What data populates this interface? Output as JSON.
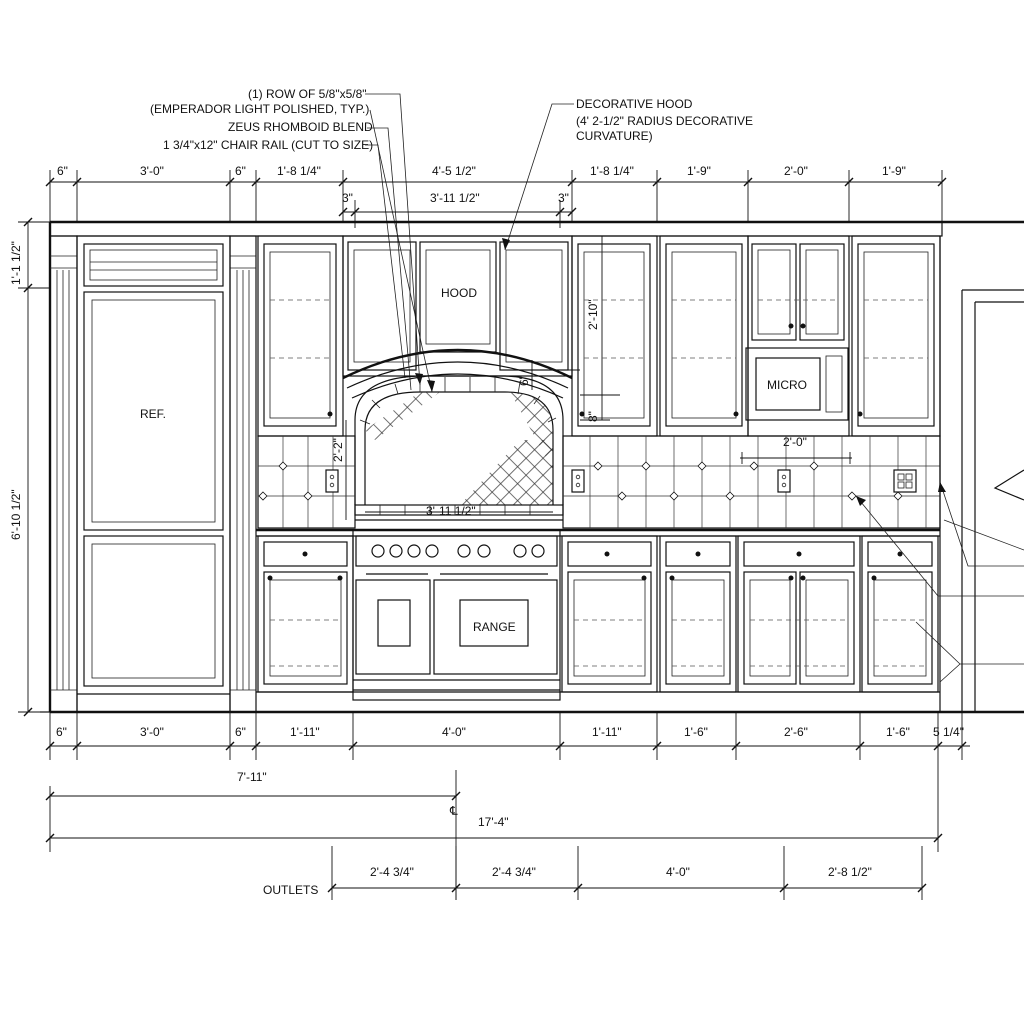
{
  "notes": {
    "row_line1": "(1) ROW OF 5/8\"x5/8\"",
    "row_line2": "(EMPERADOR LIGHT POLISHED, TYP.)",
    "zeus": "ZEUS RHOMBOID BLEND",
    "chair_rail": "1 3/4\"x12\" CHAIR RAIL (CUT TO SIZE)",
    "hood_line1": "DECORATIVE HOOD",
    "hood_line2": "(4' 2-1/2\" RADIUS DECORATIVE",
    "hood_line3": "CURVATURE)"
  },
  "labels": {
    "ref": "REF.",
    "hood": "HOOD",
    "micro": "MICRO",
    "range": "RANGE",
    "outlets": "OUTLETS"
  },
  "top_dims": [
    "6\"",
    "3'-0\"",
    "6\"",
    "1'-8 1/4\"",
    "4'-5 1/2\"",
    "1'-8 1/4\"",
    "1'-9\"",
    "2'-0\"",
    "1'-9\""
  ],
  "hood_dims": {
    "left": "3\"",
    "mid": "3'-11 1/2\"",
    "right": "3\""
  },
  "bottom_dims": [
    "6\"",
    "3'-0\"",
    "6\"",
    "1'-11\"",
    "4'-0\"",
    "1'-11\"",
    "1'-6\"",
    "2'-6\"",
    "1'-6\"",
    "5 1/4\""
  ],
  "vertical_dims": {
    "crown": "1'-1 1/2\"",
    "overall": "6'-10 1/2\"",
    "hood_side": "2'-10\"",
    "hood_6": "6\"",
    "hood_8": "8\"",
    "arch": "2'-2\""
  },
  "inner_dims": {
    "outlet_spacing": "2'-0\"",
    "arch_width": "3'-11 1/2\""
  },
  "overall_dims": {
    "half": "7'-11\"",
    "total": "17'-4\"",
    "centerline": "℄"
  },
  "outlet_dims": [
    "2'-4 3/4\"",
    "2'-4 3/4\"",
    "4'-0\"",
    "2'-8 1/2\""
  ]
}
